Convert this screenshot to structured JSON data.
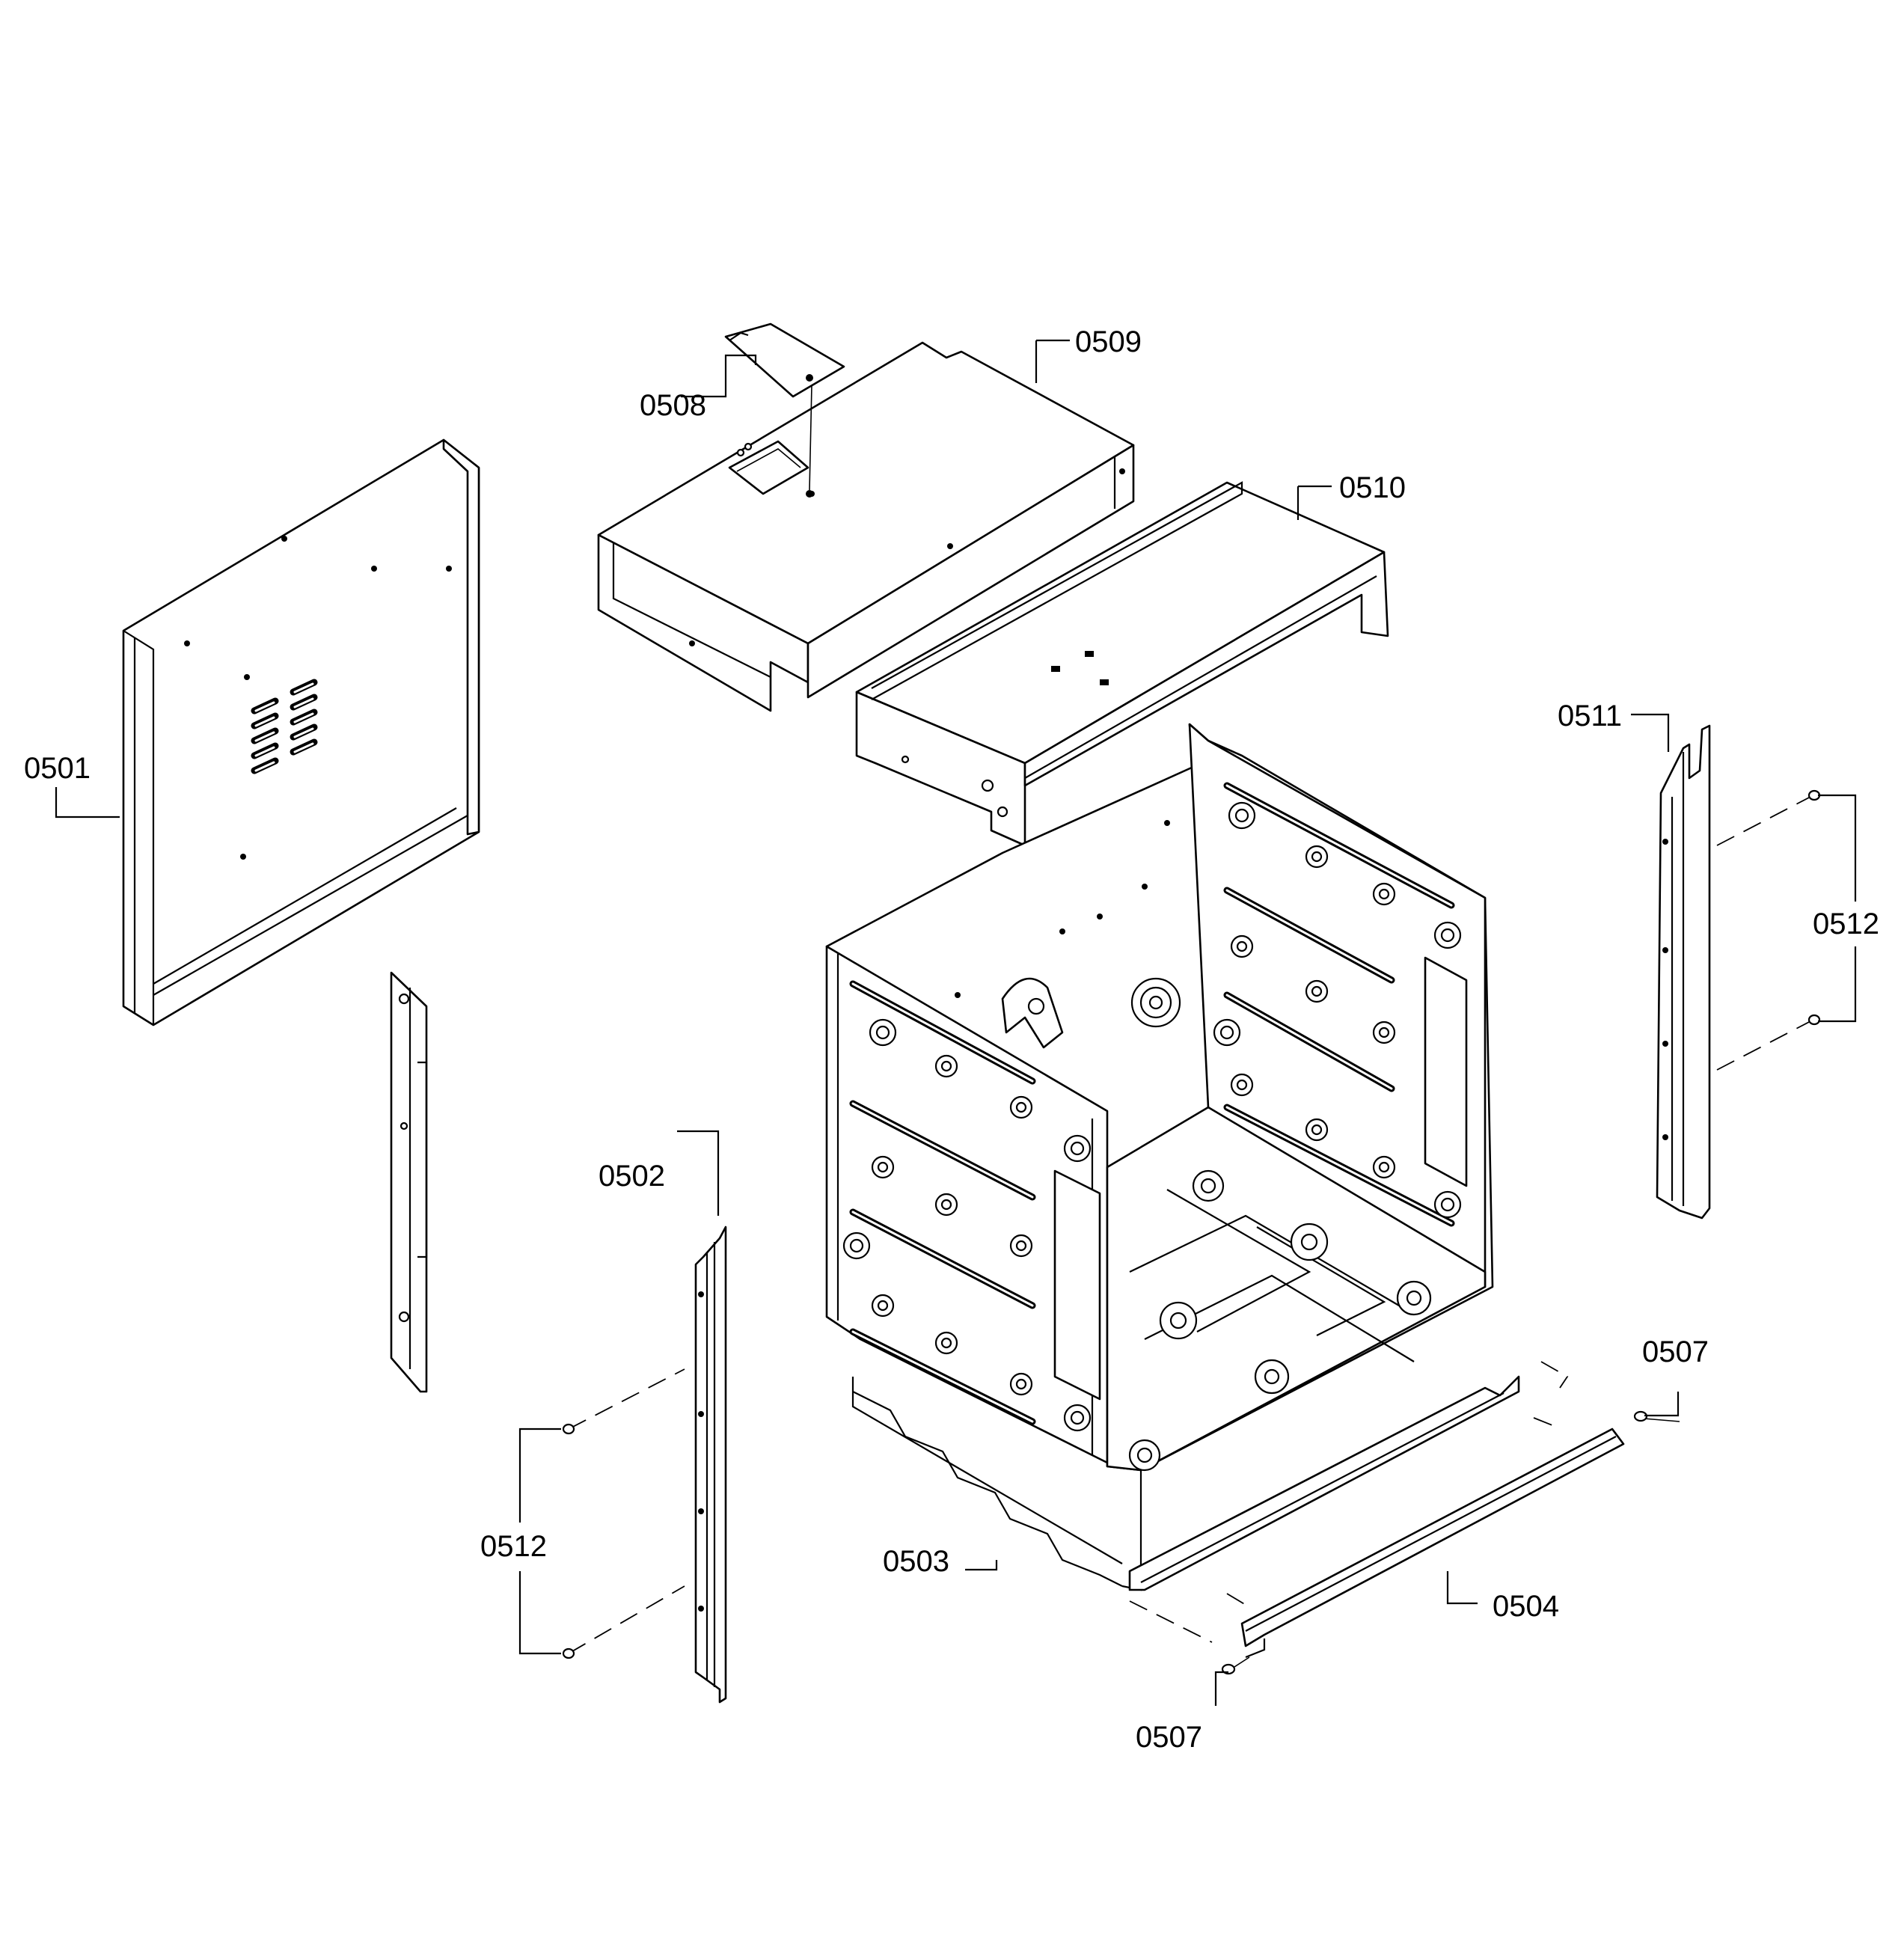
{
  "callouts": {
    "c0501": "0501",
    "c0502": "0502",
    "c0503": "0503",
    "c0504": "0504",
    "c0507_top": "0507",
    "c0507_bottom": "0507",
    "c0508": "0508",
    "c0509": "0509",
    "c0510": "0510",
    "c0511": "0511",
    "c0512_right": "0512",
    "c0512_left": "0512"
  }
}
